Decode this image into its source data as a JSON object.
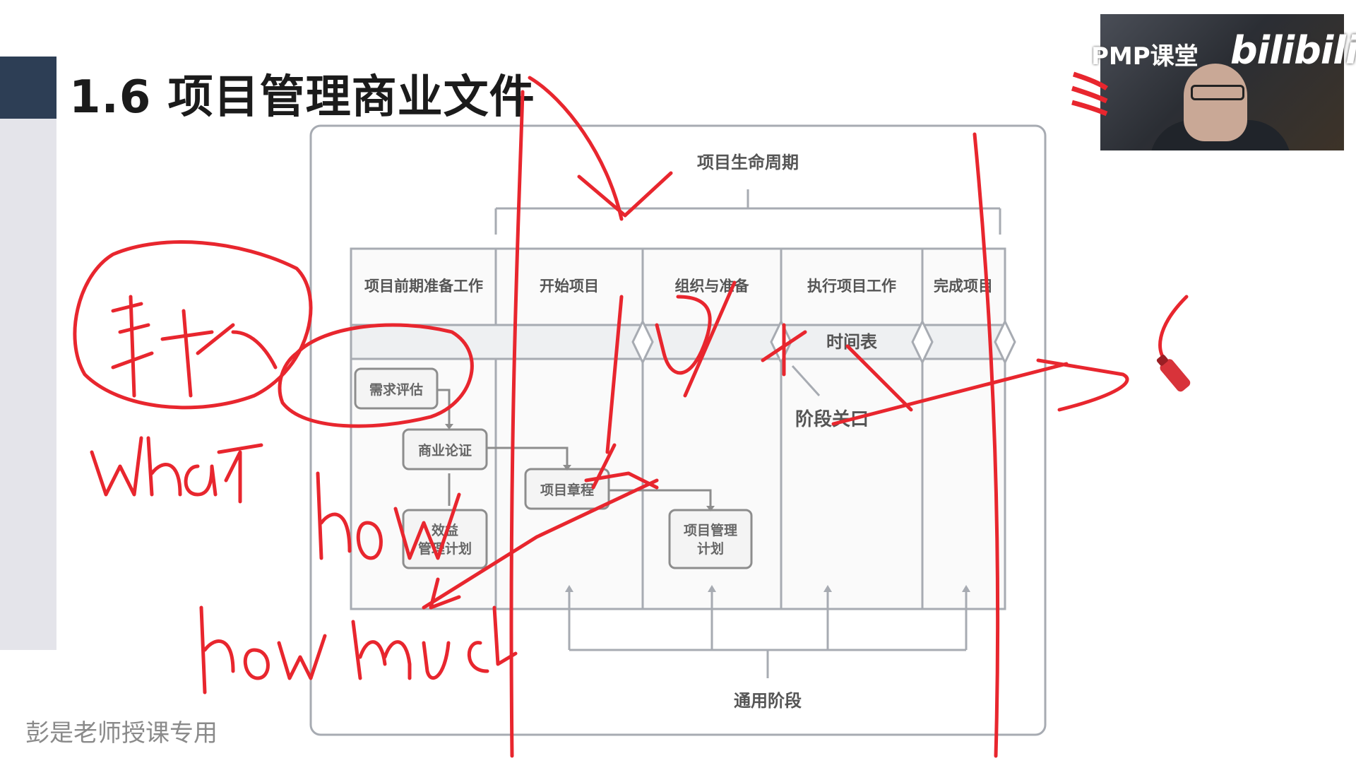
{
  "slide": {
    "title": "1.6 项目管理商业文件",
    "footer_watermark": "彭是老师授课专用"
  },
  "diagram": {
    "top_label": "项目生命周期",
    "bottom_label": "通用阶段",
    "gate_label": "阶段关口",
    "timeline_label": "时间表",
    "phases": [
      "项目前期准备工作",
      "开始项目",
      "组织与准备",
      "执行项目工作",
      "完成项目"
    ],
    "boxes": {
      "needs_assessment": "需求评估",
      "business_case": "商业论证",
      "benefits_plan_line1": "效益",
      "benefits_plan_line2": "管理计划",
      "project_charter": "项目章程",
      "pm_plan_line1": "项目管理",
      "pm_plan_line2": "计划"
    }
  },
  "video_overlay": {
    "brand_text": "PMP课堂",
    "logo_text": "bilibili"
  },
  "colors": {
    "ink_red": "#e8262e",
    "title_bar": "#2d3e55",
    "diagram_line": "#9aa0a8",
    "box_border": "#8d8d8d"
  }
}
